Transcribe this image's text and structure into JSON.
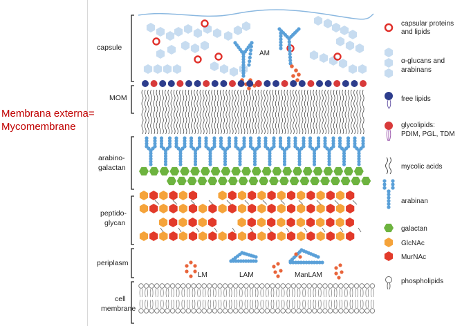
{
  "annotation": {
    "line1": "Membrana externa=",
    "line2": "Mycomembrane"
  },
  "layers": {
    "capsule": "capsule",
    "mom": "MOM",
    "arabinogalactan_1": "arabino-",
    "arabinogalactan_2": "galactan",
    "peptidoglycan_1": "peptido-",
    "peptidoglycan_2": "glycan",
    "periplasm": "periplasm",
    "cell_membrane_1": "cell",
    "cell_membrane_2": "membrane"
  },
  "inline_labels": {
    "am": "AM",
    "lm": "LM",
    "lam": "LAM",
    "manlam": "ManLAM"
  },
  "legend": {
    "capsular_1": "capsular proteins",
    "capsular_2": "and lipids",
    "glucans_1": "α-glucans and",
    "glucans_2": "arabinans",
    "free_lipids": "free lipids",
    "glyco_1": "glycolipids:",
    "glyco_2": "PDIM, PGL, TDM",
    "mycolic": "mycolic acids",
    "arabinan": "arabinan",
    "galactan": "galactan",
    "glcnac": "GlcNAc",
    "murnac": "MurNAc",
    "phospholipids": "phospholipids"
  },
  "colors": {
    "annotation": "#c00000",
    "capsular_ring": "#e0302a",
    "glucan": "#c7dcf0",
    "free_lipid": "#2d3d8c",
    "glycolipid": "#d83a3a",
    "arabinan": "#5aa0d8",
    "galactan": "#6db33f",
    "glcnac": "#f5a33a",
    "murnac": "#e23a2a",
    "mycolic": "#444444"
  }
}
